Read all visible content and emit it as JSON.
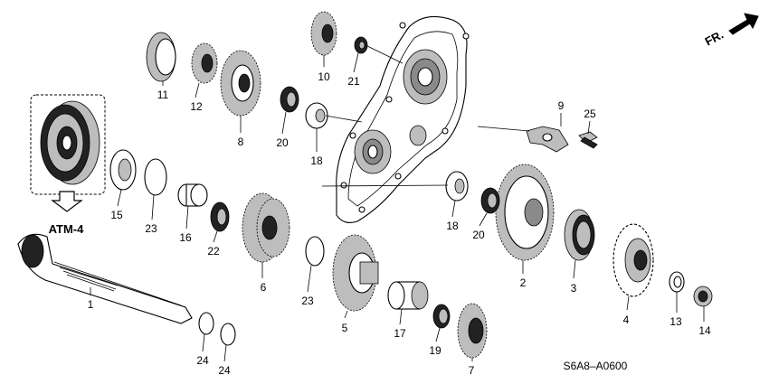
{
  "direction_label": "FR.",
  "reference_label": "ATM-4",
  "diagram_code": "S6A8–A0600",
  "callouts": [
    "1",
    "2",
    "3",
    "4",
    "5",
    "6",
    "7",
    "8",
    "9",
    "10",
    "11",
    "12",
    "13",
    "14",
    "15",
    "16",
    "17",
    "18",
    "18",
    "19",
    "20",
    "20",
    "21",
    "22",
    "23",
    "23",
    "24",
    "24",
    "25"
  ]
}
